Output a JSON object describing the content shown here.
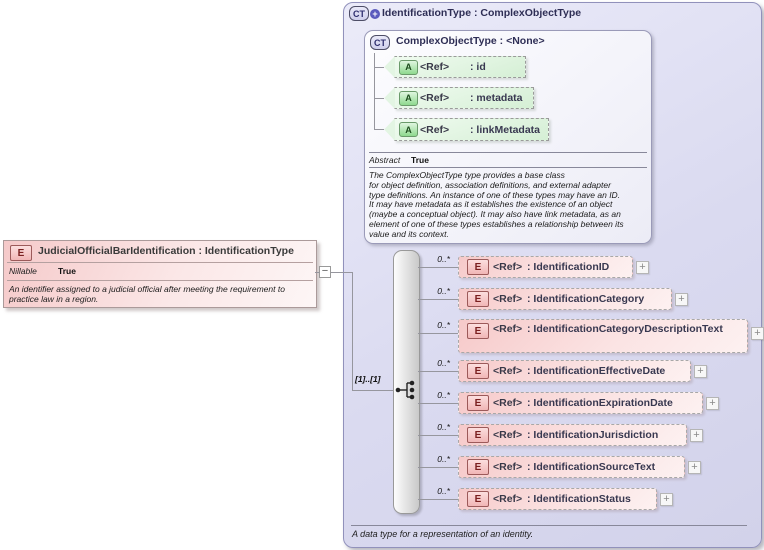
{
  "badges": {
    "complex_type": "CT",
    "element": "E",
    "attribute": "A",
    "plus": "+",
    "minus": "−",
    "expand_plus": "+"
  },
  "colors": {
    "element_fill": "#f6c9c9",
    "element_badge_border": "#9c5a5a",
    "attribute_fill": "#d5efd5",
    "attribute_badge_green": "#8fd98f",
    "type_box_fill": "#dadaf0",
    "type_box_border": "#9191bb",
    "ct_plus_circle": "#5b5bbd"
  },
  "left_element": {
    "badge": "E",
    "title": "JudicialOfficialBarIdentification : IdentificationType",
    "nillable_label": "Nillable",
    "nillable_value": "True",
    "description": "An identifier assigned to a judicial official after meeting the requirement to\npractice law in a region."
  },
  "connector": {
    "occurrence": "[1]..[1]"
  },
  "type_box": {
    "badge": "CT",
    "title": "IdentificationType : ComplexObjectType",
    "footer": "A data type for a representation of an identity.",
    "base_type_box": {
      "badge": "CT",
      "title": "ComplexObjectType : <None>",
      "attributes": [
        {
          "badge": "A",
          "ref": "<Ref>",
          "name": ": id"
        },
        {
          "badge": "A",
          "ref": "<Ref>",
          "name": ": metadata"
        },
        {
          "badge": "A",
          "ref": "<Ref>",
          "name": ": linkMetadata"
        }
      ],
      "abstract_label": "Abstract",
      "abstract_value": "True",
      "description": "The ComplexObjectType type provides a base class\nfor object definition, association definitions, and external adapter\ntype definitions. An instance of one of these types may have an ID.\nIt may have metadata as it establishes the existence of an object\n(maybe a conceptual object). It may also have link metadata, as an\nelement of one of these types establishes a relationship between its\nvalue and its context."
    },
    "elements": [
      {
        "cardinality": "0..*",
        "badge": "E",
        "ref": "<Ref>",
        "name": ": IdentificationID"
      },
      {
        "cardinality": "0..*",
        "badge": "E",
        "ref": "<Ref>",
        "name": ": IdentificationCategory"
      },
      {
        "cardinality": "0..*",
        "badge": "E",
        "ref": "<Ref>",
        "name": ": IdentificationCategoryDescriptionText"
      },
      {
        "cardinality": "0..*",
        "badge": "E",
        "ref": "<Ref>",
        "name": ": IdentificationEffectiveDate"
      },
      {
        "cardinality": "0..*",
        "badge": "E",
        "ref": "<Ref>",
        "name": ": IdentificationExpirationDate"
      },
      {
        "cardinality": "0..*",
        "badge": "E",
        "ref": "<Ref>",
        "name": ": IdentificationJurisdiction"
      },
      {
        "cardinality": "0..*",
        "badge": "E",
        "ref": "<Ref>",
        "name": ": IdentificationSourceText"
      },
      {
        "cardinality": "0..*",
        "badge": "E",
        "ref": "<Ref>",
        "name": ": IdentificationStatus"
      }
    ]
  }
}
